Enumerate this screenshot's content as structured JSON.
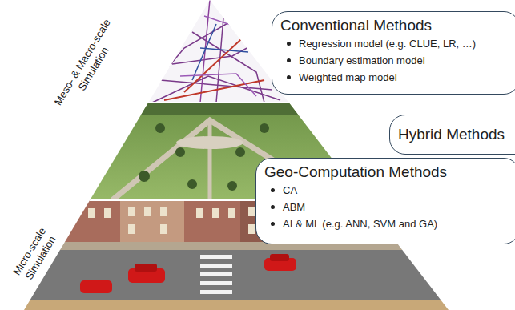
{
  "diagram": {
    "nodes": [
      {
        "text": [
          "Conventional Methods",
          "Regression model (e.g. CLUE, LR, …)",
          "Boundary estimation model",
          "Weighted map model"
        ]
      },
      {
        "text": [
          "Hybrid Methods"
        ]
      },
      {
        "text": [
          "Geo-Computation Methods",
          "CA",
          "ABM",
          "AI & ML (e.g. ANN, SVM and GA)"
        ]
      }
    ],
    "labels": [
      "Meso- & Macro-scale Simulation",
      "Micro-scale Simulation"
    ]
  }
}
